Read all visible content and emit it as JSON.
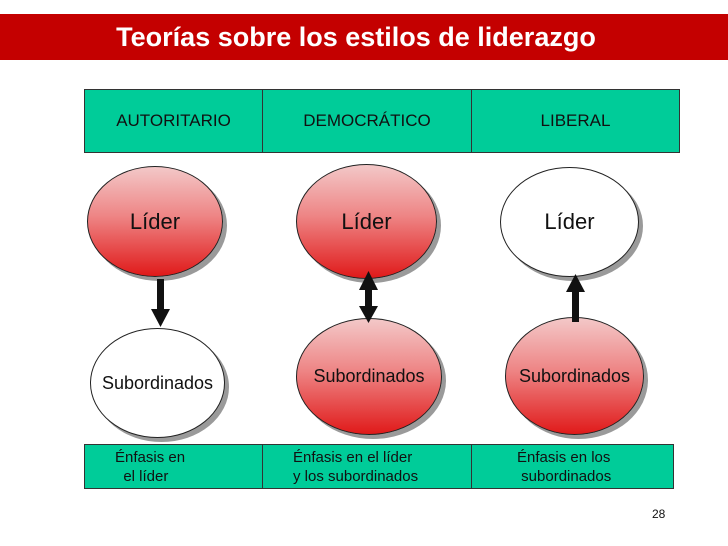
{
  "title": "Teorías sobre los estilos de liderazgo",
  "styles": [
    "AUTORITARIO",
    "DEMOCRÁTICO",
    "LIBERAL"
  ],
  "leader_label": "Líder",
  "subordinates_label": "Subordinados",
  "emphasis": [
    [
      "Énfasis en",
      "  el líder"
    ],
    [
      "Énfasis en el líder",
      "y los subordinados"
    ],
    [
      "Énfasis en los",
      " subordinados"
    ]
  ],
  "page_number": "28",
  "colors": {
    "title_bar": "#c40000",
    "table_fill": "#00cc99",
    "ellipse_red": "#e01a1a",
    "ellipse_white": "#ffffff"
  },
  "arrows": [
    "down",
    "both",
    "up"
  ]
}
